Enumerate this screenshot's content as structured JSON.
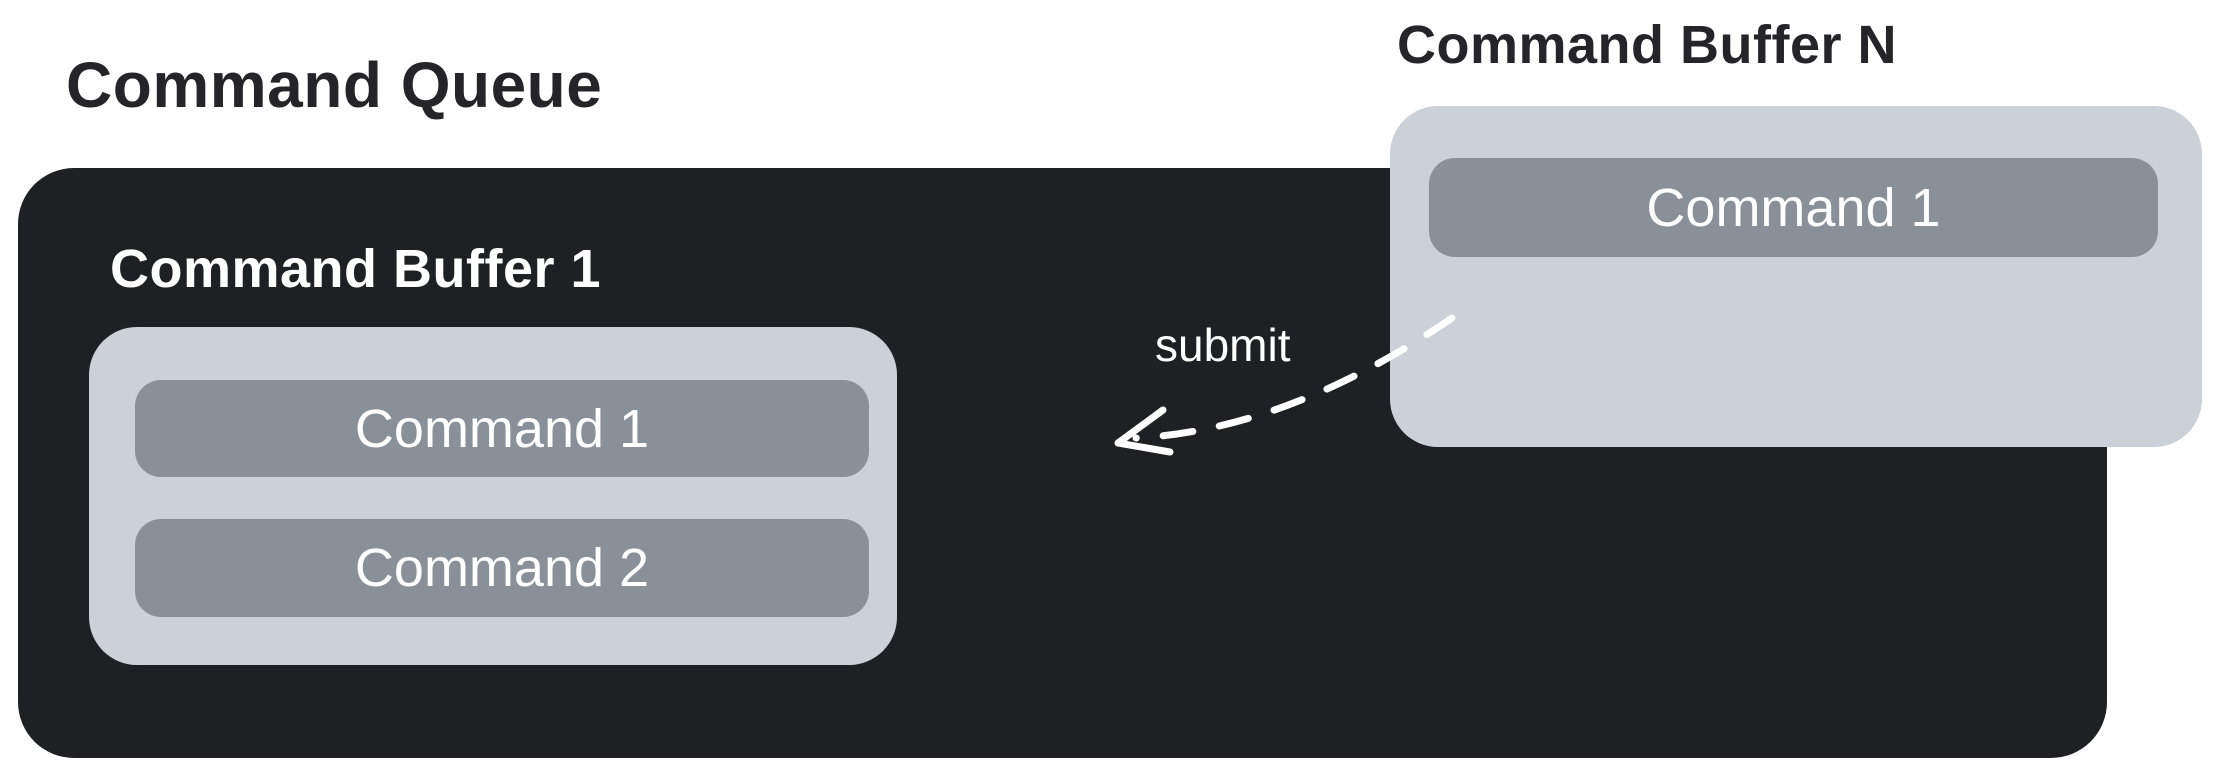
{
  "diagram": {
    "queue": {
      "title": "Command Queue"
    },
    "buffer1": {
      "title": "Command Buffer 1",
      "commands": [
        {
          "label": "Command 1"
        },
        {
          "label": "Command 2"
        }
      ]
    },
    "bufferN": {
      "title": "Command Buffer N",
      "commands": [
        {
          "label": "Command 1"
        }
      ]
    },
    "arrow": {
      "label": "submit"
    }
  },
  "colors": {
    "page-bg": "#ffffff",
    "queue-bg": "#1f2023",
    "buffer-bg": "#ccd1d8",
    "command-bg": "#8a9097",
    "light-text": "#ffffff",
    "dark-text": "#242429",
    "arrow-stroke": "#ffffff"
  }
}
